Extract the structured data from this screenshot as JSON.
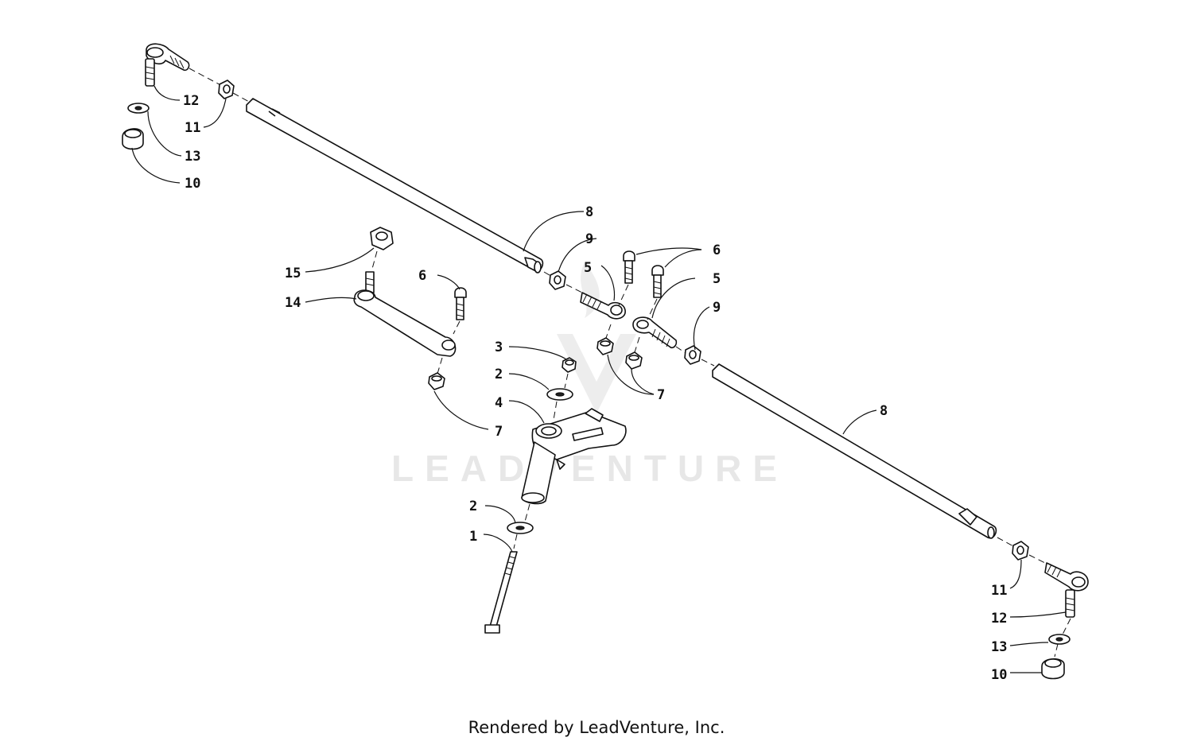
{
  "watermark": {
    "text": "LEADVENTURE"
  },
  "footer": {
    "text": "Rendered by LeadVenture, Inc."
  },
  "callouts": {
    "c12_top": "12",
    "c11_top": "11",
    "c13_top": "13",
    "c10_top": "10",
    "c8_top": "8",
    "c9_left": "9",
    "c6_left": "6",
    "c6_right": "6",
    "c5_left": "5",
    "c5_right": "5",
    "c9_right": "9",
    "c15": "15",
    "c14": "14",
    "c3": "3",
    "c2_top": "2",
    "c4": "4",
    "c7_left": "7",
    "c7_right": "7",
    "c8_bottom": "8",
    "c2_bottom": "2",
    "c1": "1",
    "c11_bottom": "11",
    "c12_bottom": "12",
    "c13_bottom": "13",
    "c10_bottom": "10"
  }
}
